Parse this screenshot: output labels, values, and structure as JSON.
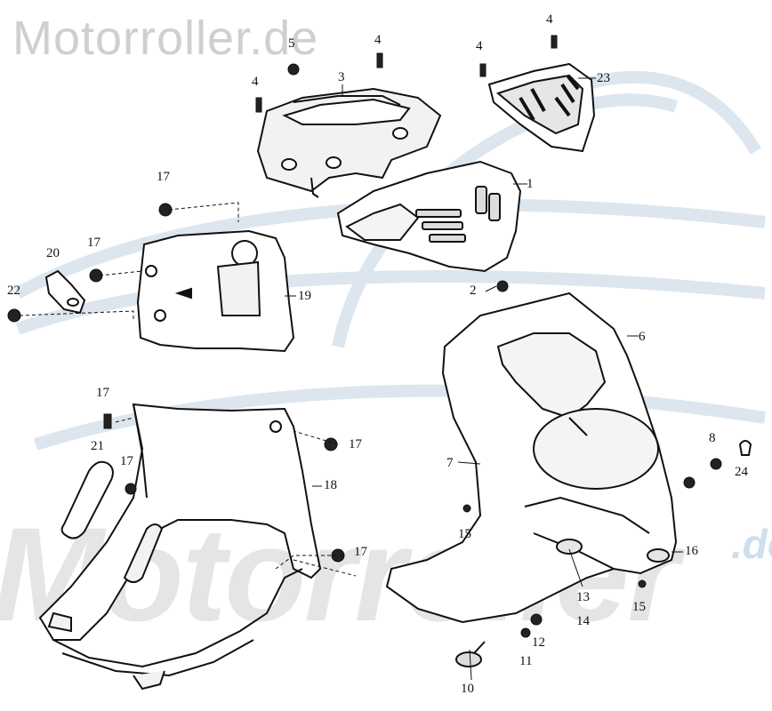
{
  "watermark": {
    "top_text": "Motorroller.de",
    "bottom_text": "Motorroller",
    "bottom_suffix": ".de"
  },
  "callouts": {
    "c1": "1",
    "c2": "2",
    "c3": "3",
    "c4a": "4",
    "c4b": "4",
    "c4c": "4",
    "c4d": "4",
    "c5": "5",
    "c6": "6",
    "c7": "7",
    "c8": "8",
    "c10": "10",
    "c11": "11",
    "c12": "12",
    "c13": "13",
    "c14": "14",
    "c15a": "15",
    "c15b": "15",
    "c16": "16",
    "c17a": "17",
    "c17b": "17",
    "c17c": "17",
    "c17d": "17",
    "c17e": "17",
    "c17f": "17",
    "c18": "18",
    "c19": "19",
    "c20": "20",
    "c21": "21",
    "c22": "22",
    "c23": "23",
    "c24": "24"
  }
}
